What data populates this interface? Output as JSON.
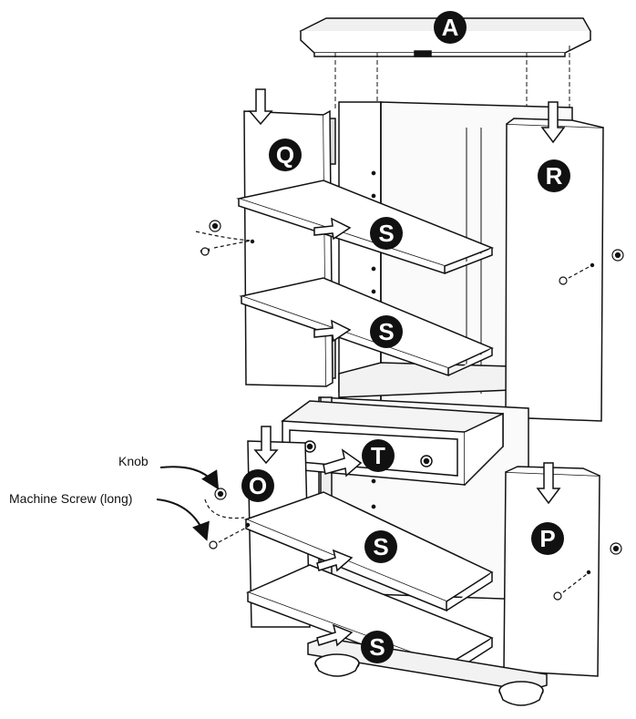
{
  "callouts": {
    "knob": "Knob",
    "machine_screw": "Machine Screw (long)"
  },
  "parts": {
    "top_crown": "A",
    "upper_left_door": "Q",
    "upper_right_door": "R",
    "upper_shelf_1": "S",
    "upper_shelf_2": "S",
    "lower_left_door": "O",
    "lower_right_door": "P",
    "drawer": "T",
    "lower_shelf_1": "S",
    "lower_shelf_2": "S"
  },
  "colors": {
    "line": "#111111",
    "badge": "#111111",
    "panel_fill": "#ffffff",
    "shade": "#e8e8e8"
  }
}
